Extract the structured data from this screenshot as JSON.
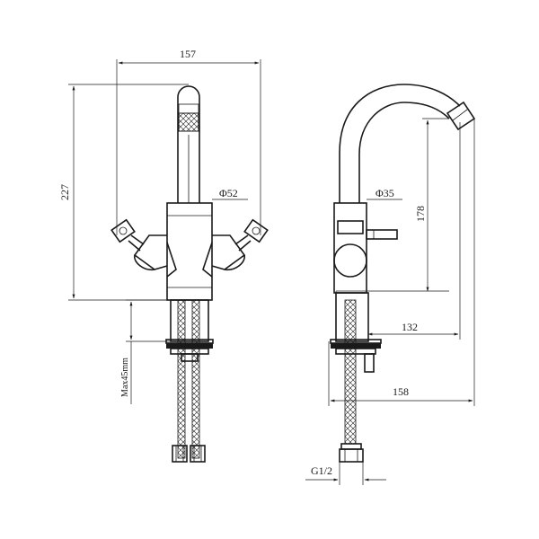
{
  "front_view": {
    "width_dim": "157",
    "height_dim": "227",
    "body_diameter": "Φ52",
    "max_deck_thickness": "Max45mm"
  },
  "side_view": {
    "body_diameter": "Φ35",
    "spout_height": "178",
    "spout_reach": "132",
    "total_reach": "158",
    "thread_size": "G1/2"
  }
}
